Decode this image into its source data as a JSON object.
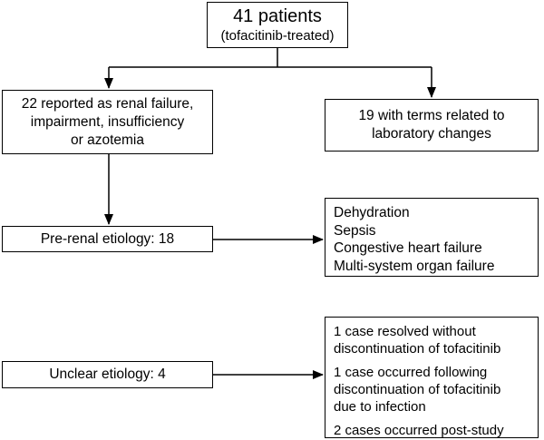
{
  "top_box": {
    "line1": "41 patients",
    "line2": "(tofacitinib-treated)"
  },
  "renal_box": {
    "lines": [
      "22 reported as renal failure,",
      "impairment, insufficiency",
      "or azotemia"
    ]
  },
  "lab_box": {
    "lines": [
      "19 with terms related to",
      "laboratory changes"
    ]
  },
  "prerenal_box": {
    "label": "Pre-renal etiology: 18"
  },
  "causes_box": {
    "items": [
      "Dehydration",
      "Sepsis",
      "Congestive heart failure",
      "Multi-system organ failure"
    ]
  },
  "unclear_box": {
    "label": "Unclear etiology: 4"
  },
  "notes_box": {
    "note1": [
      "1 case resolved without",
      "discontinuation of tofacitinib"
    ],
    "note2": [
      "1 case occurred following",
      "discontinuation of tofacitinib",
      "due to infection"
    ],
    "note3": [
      "2 cases occurred post-study"
    ]
  }
}
